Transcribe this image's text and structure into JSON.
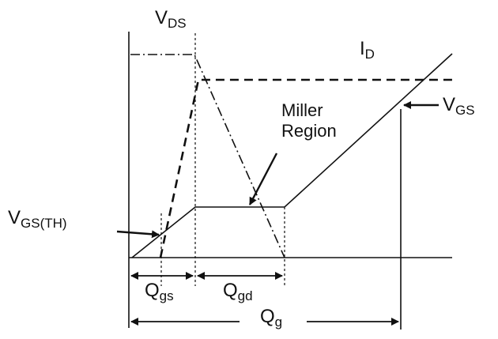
{
  "labels": {
    "vds": {
      "main": "V",
      "sub": "DS"
    },
    "id": {
      "main": "I",
      "sub": "D"
    },
    "vgs": {
      "main": "V",
      "sub": "GS"
    },
    "vgs_th": {
      "main": "V",
      "sub": "GS(TH)"
    },
    "qgs": {
      "main": "Q",
      "sub": "gs"
    },
    "qgd": {
      "main": "Q",
      "sub": "gd"
    },
    "qg": {
      "main": "Q",
      "sub": "g"
    }
  },
  "miller": {
    "line1": "Miller",
    "line2": "Region"
  },
  "colors": {
    "ink": "#111111",
    "background": "#ffffff"
  }
}
